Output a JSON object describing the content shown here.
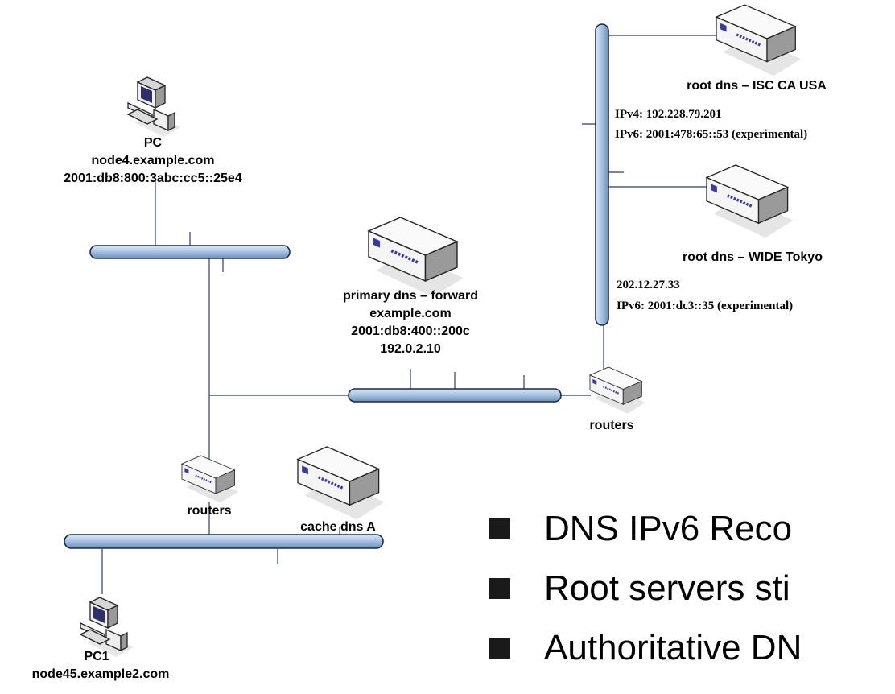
{
  "nodes": {
    "pc_top": {
      "type": "PC",
      "hostname": "node4.example.com",
      "address": "2001:db8:800:3abc:cc5::25e4"
    },
    "primary_dns": {
      "name": "primary dns – forward",
      "domain": "example.com",
      "ipv6": "2001:db8:400::200c",
      "ipv4": "192.0.2.10"
    },
    "root_isc": {
      "name": "root dns – ISC CA USA",
      "ipv4": "IPv4: 192.228.79.201",
      "ipv6": "IPv6: 2001:478:65::53 (experimental)"
    },
    "root_wide": {
      "name": "root dns – WIDE Tokyo",
      "ipv4": "202.12.27.33",
      "ipv6": "IPv6: 2001:dc3::35 (experimental)"
    },
    "routers_right": {
      "name": "routers"
    },
    "routers_left": {
      "name": "routers"
    },
    "cache_dns": {
      "name": "cache dns A"
    },
    "pc_bottom": {
      "type": "PC1",
      "hostname": "node45.example2.com"
    }
  },
  "bullets": [
    "DNS IPv6 Reco",
    "Root servers sti",
    "Authoritative DN"
  ],
  "colors": {
    "segment_fill": "#a9c4e4",
    "segment_stroke": "#1a2a44",
    "device_body": "#f2f2f2",
    "device_panel": "#3b3b9a"
  }
}
